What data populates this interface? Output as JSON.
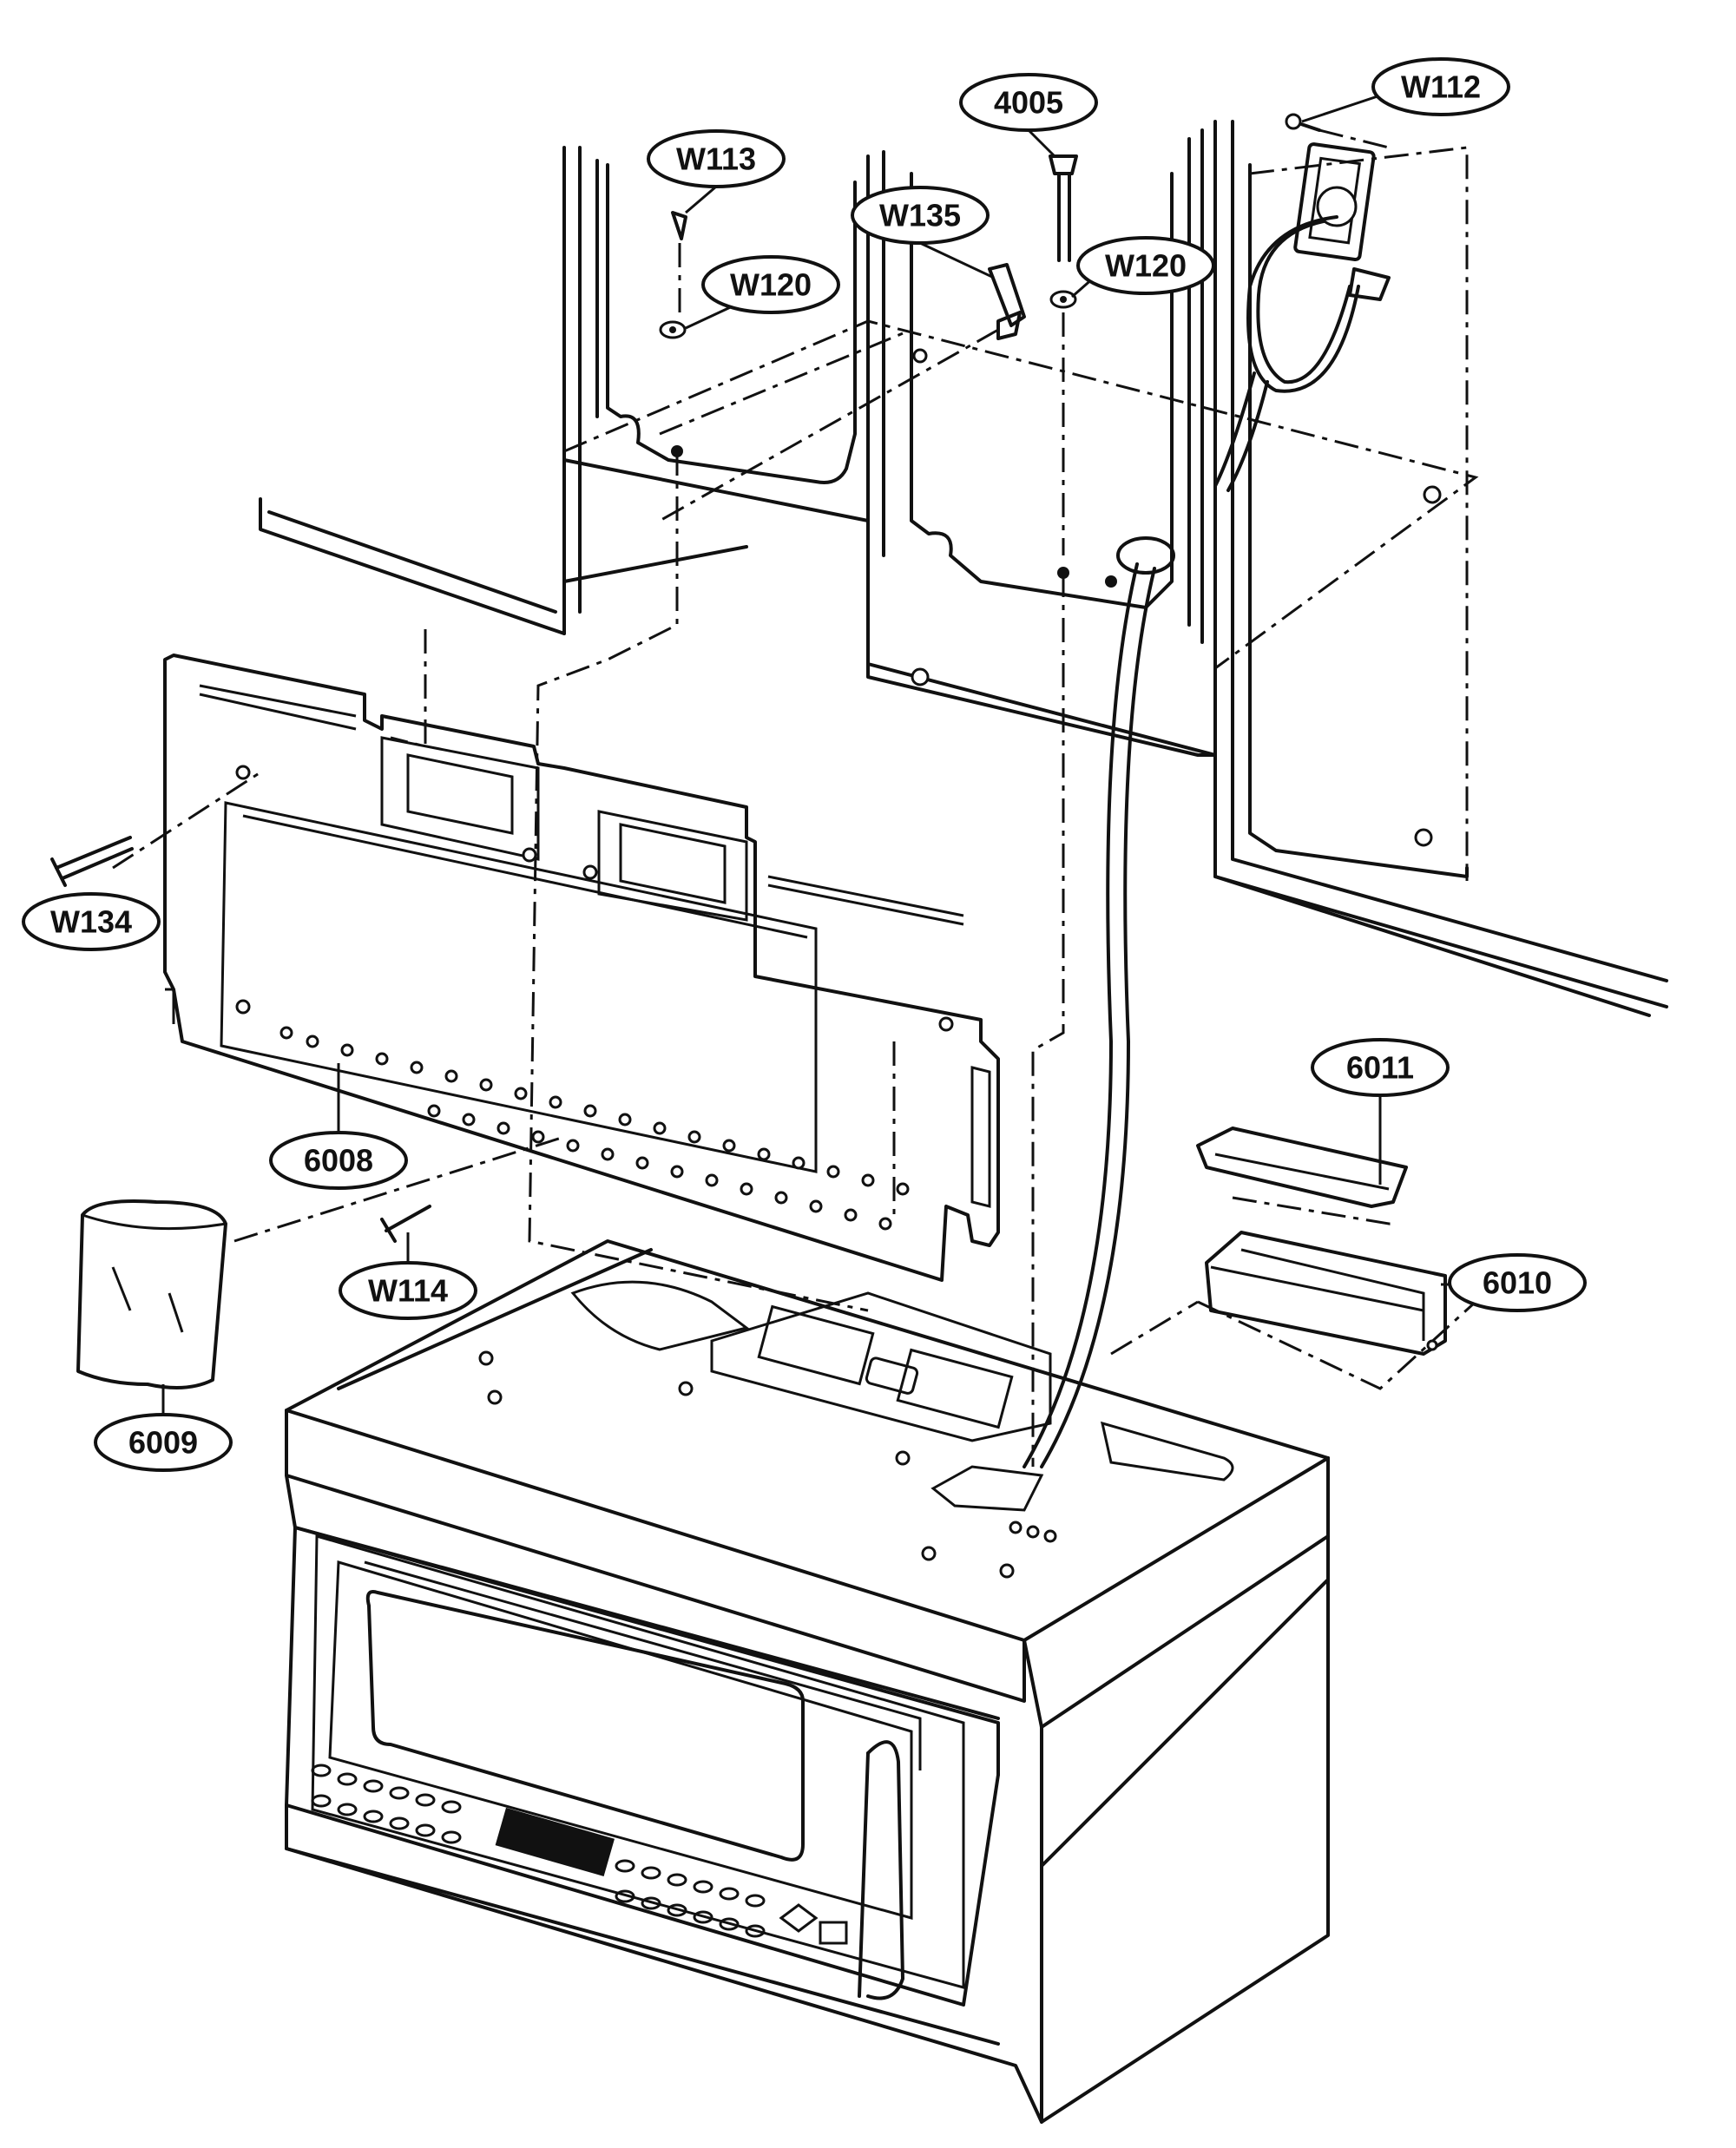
{
  "diagram": {
    "callouts": [
      {
        "id": "W112",
        "label": "W112"
      },
      {
        "id": "4005",
        "label": "4005"
      },
      {
        "id": "W113",
        "label": "W113"
      },
      {
        "id": "W135",
        "label": "W135"
      },
      {
        "id": "W120a",
        "label": "W120"
      },
      {
        "id": "W120b",
        "label": "W120"
      },
      {
        "id": "W134",
        "label": "W134"
      },
      {
        "id": "6008",
        "label": "6008"
      },
      {
        "id": "6011",
        "label": "6011"
      },
      {
        "id": "6010",
        "label": "6010"
      },
      {
        "id": "W114",
        "label": "W114"
      },
      {
        "id": "6009",
        "label": "6009"
      }
    ]
  }
}
